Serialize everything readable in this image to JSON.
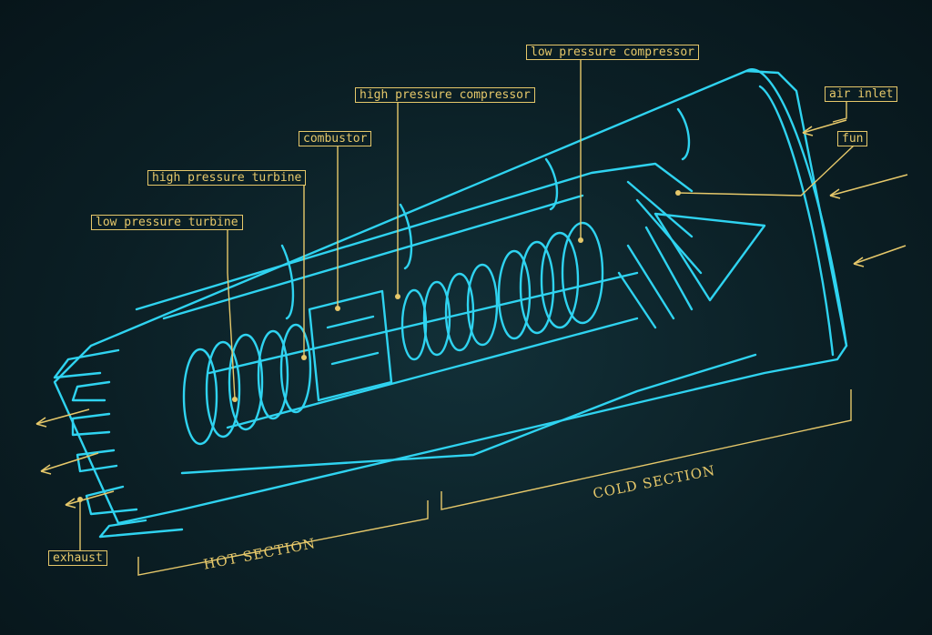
{
  "labels": {
    "low_pressure_compressor": "low pressure compressor",
    "high_pressure_compressor": "high pressure compressor",
    "combustor": "combustor",
    "high_pressure_turbine": "high pressure turbine",
    "low_pressure_turbine": "low pressure turbine",
    "air_inlet": "air inlet",
    "fun": "fun",
    "exhaust": "exhaust",
    "hot_section": "HOT SECTION",
    "cold_section": "COLD SECTION"
  },
  "colors": {
    "engine_line": "#2fd3f0",
    "annotation": "#e6c86a",
    "background": "#0b1f25"
  }
}
